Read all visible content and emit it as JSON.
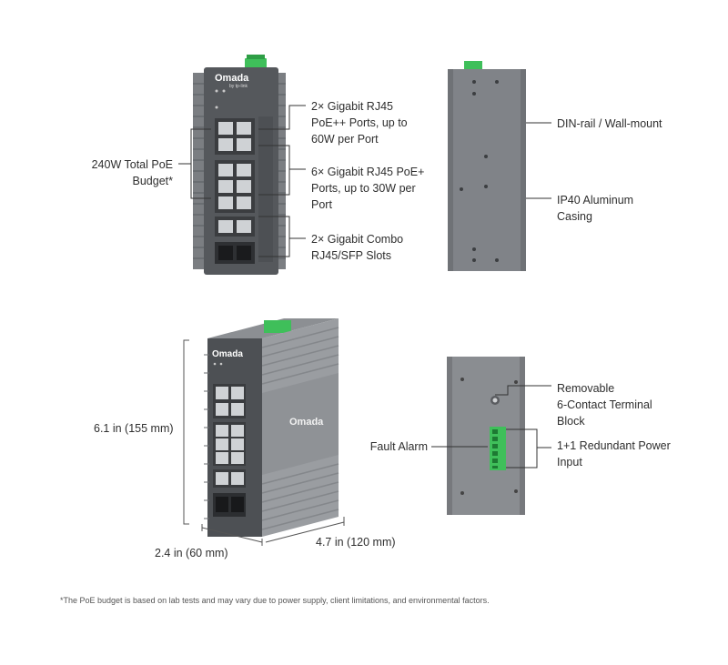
{
  "front": {
    "brand": "Omada",
    "brand_sub": "by tp-link"
  },
  "callouts": {
    "poe_budget": "240W Total PoE\nBudget*",
    "poepp_ports": "2× Gigabit RJ45\nPoE++ Ports, up to\n60W per Port",
    "poep_ports": "6× Gigabit RJ45 PoE+\nPorts, up to 30W per\nPort",
    "combo_ports": "2× Gigabit Combo\nRJ45/SFP Slots",
    "din_rail": "DIN-rail / Wall-mount",
    "ip40": "IP40 Aluminum\nCasing",
    "terminal_block": "Removable\n6-Contact Terminal\nBlock",
    "fault_alarm": "Fault Alarm",
    "redundant_power": "1+1 Redundant Power\nInput"
  },
  "dimensions": {
    "height": "6.1 in (155 mm)",
    "width": "2.4 in (60 mm)",
    "depth": "4.7 in (120 mm)"
  },
  "footnote": "*The PoE budget is based on lab tests and may vary due to power supply, client limitations, and environmental factors.",
  "colors": {
    "body_dark": "#4a4c4f",
    "body_mid": "#6b6e72",
    "body_light": "#9a9da1",
    "terminal_green": "#3fbf5a",
    "leader": "#333333"
  }
}
